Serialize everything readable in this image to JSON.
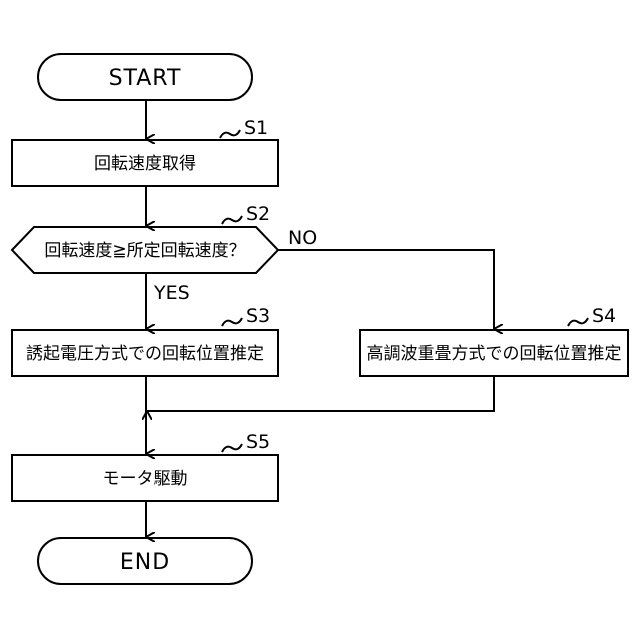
{
  "flowchart": {
    "start_label": "START",
    "end_label": "END",
    "steps": {
      "s1": {
        "label": "S1",
        "text": "回転速度取得"
      },
      "s2": {
        "label": "S2",
        "text": "回転速度≧所定回転速度？"
      },
      "s3": {
        "label": "S3",
        "text": "誘起電圧方式での回転位置推定"
      },
      "s4": {
        "label": "S4",
        "text": "高調波重畳方式での回転位置推定"
      },
      "s5": {
        "label": "S5",
        "text": "モータ駆動"
      }
    },
    "branches": {
      "yes": "YES",
      "no": "NO"
    },
    "colors": {
      "stroke": "#000000",
      "fill": "#ffffff"
    }
  }
}
